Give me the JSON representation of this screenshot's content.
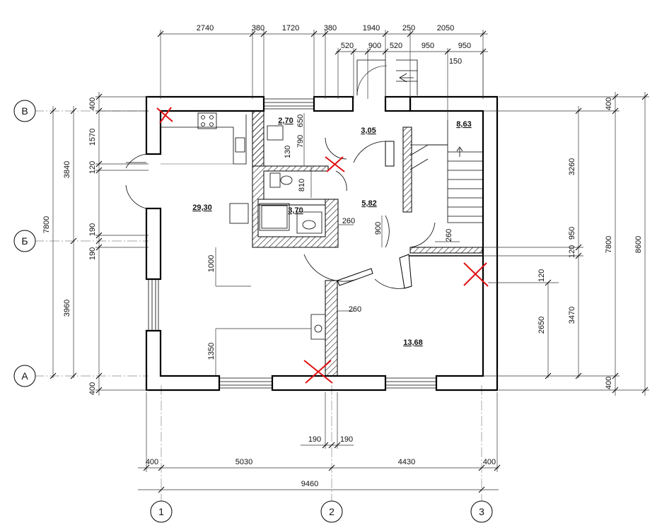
{
  "axes": {
    "top": [
      {
        "id": "axis-v",
        "label": "В"
      },
      {
        "id": "axis-b",
        "label": "Б"
      },
      {
        "id": "axis-a",
        "label": "А"
      }
    ],
    "bottom": [
      {
        "id": "axis-1",
        "label": "1"
      },
      {
        "id": "axis-2",
        "label": "2"
      },
      {
        "id": "axis-3",
        "label": "3"
      }
    ]
  },
  "rooms": {
    "kitchen_living": "29,30",
    "wc": "2,70",
    "bath": "3,70",
    "hall_small": "3,05",
    "hall": "5,82",
    "stairs": "8,63",
    "room": "13,68"
  },
  "dims": {
    "top_row1": [
      "2740",
      "380",
      "1720",
      "380",
      "1940",
      "250",
      "2050"
    ],
    "top_row2": [
      "520",
      "900",
      "520",
      "950",
      "950"
    ],
    "top_150": "150",
    "bottom_row1": [
      "400",
      "5030",
      "4430",
      "400"
    ],
    "bottom_total": "9460",
    "bottom_190": [
      "190",
      "190"
    ],
    "left_row1": [
      "400",
      "1570",
      "120",
      "190",
      "190",
      "400"
    ],
    "left_3840": "3840",
    "left_3960": "3960",
    "left_7800": "7800",
    "right_inner": [
      "3260",
      "950",
      "120",
      "3470"
    ],
    "right_400_top": "400",
    "right_400_bot": "400",
    "right_7800": "7800",
    "right_8600": "8600",
    "right_120": "120",
    "right_2650": "2650",
    "inner": {
      "d650": "650",
      "d790": "790",
      "d130": "130",
      "d810": "810",
      "d260a": "260",
      "d900": "900",
      "d260b": "260",
      "d1000": "1000",
      "d260c": "260",
      "d1350": "1350"
    }
  }
}
